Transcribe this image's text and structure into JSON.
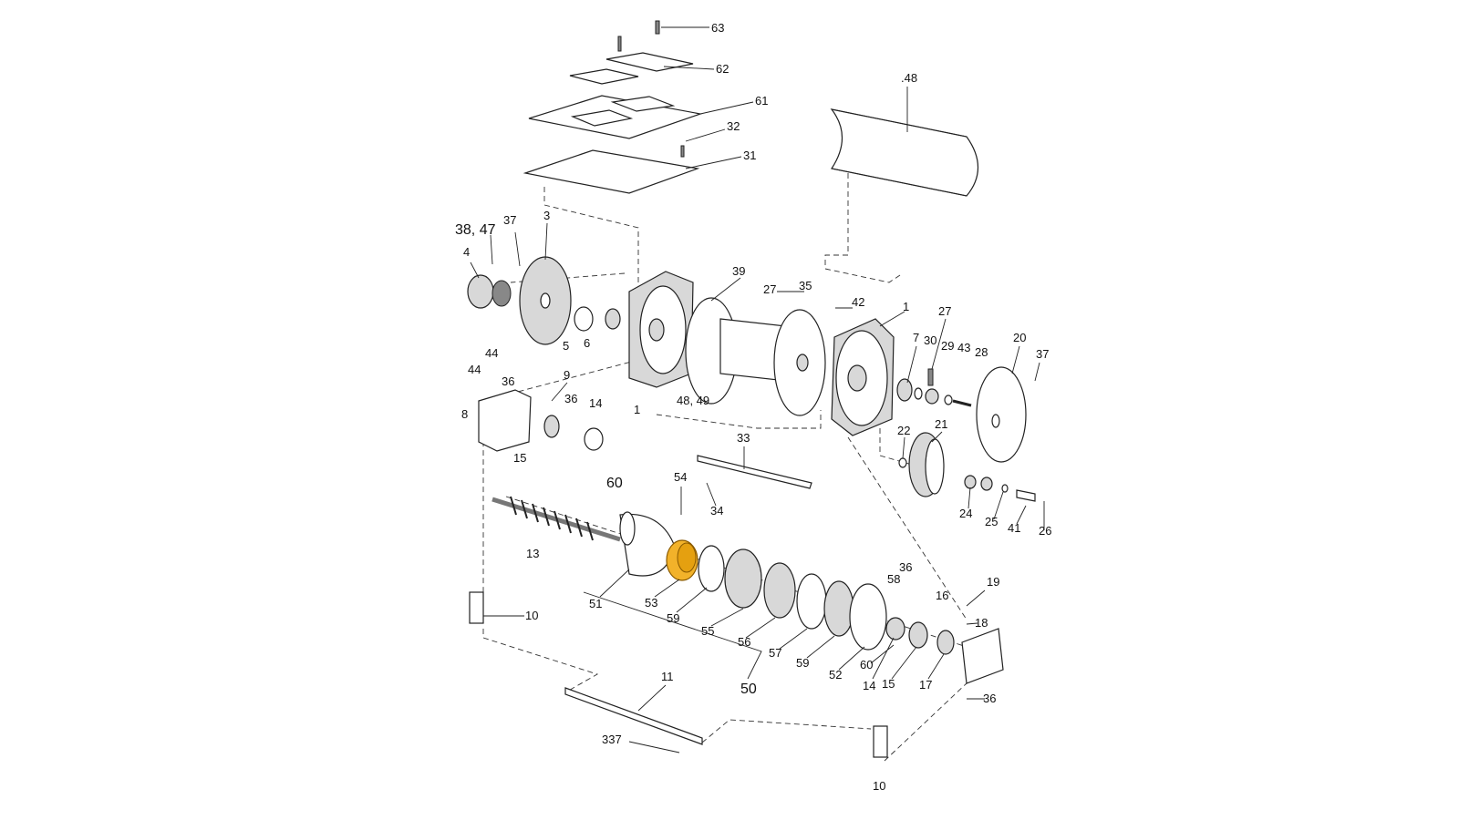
{
  "title": "Winch exploded parts diagram",
  "highlight_color": "#f2b22a",
  "highlighted_part": "53",
  "labels": [
    "63",
    "62",
    "61",
    "32",
    "31",
    ".48",
    "38, 47",
    "37",
    "3",
    "4",
    "44",
    "44",
    "5",
    "6",
    "39",
    "27",
    "35",
    "42",
    "1",
    "1",
    "48, 49",
    "7",
    "27",
    "30",
    "29",
    "43",
    "28",
    "20",
    "37",
    "36",
    "9",
    "36",
    "14",
    "8",
    "15",
    "33",
    "22",
    "21",
    "34",
    "24",
    "25",
    "41",
    "26",
    "60",
    "54",
    "13",
    "51",
    "53",
    "59",
    "55",
    "56",
    "57",
    "59",
    "52",
    "60",
    "14",
    "15",
    "17",
    "58",
    "36",
    "16",
    "19",
    "18",
    "36",
    "10",
    "11",
    "50",
    "337",
    "10"
  ]
}
